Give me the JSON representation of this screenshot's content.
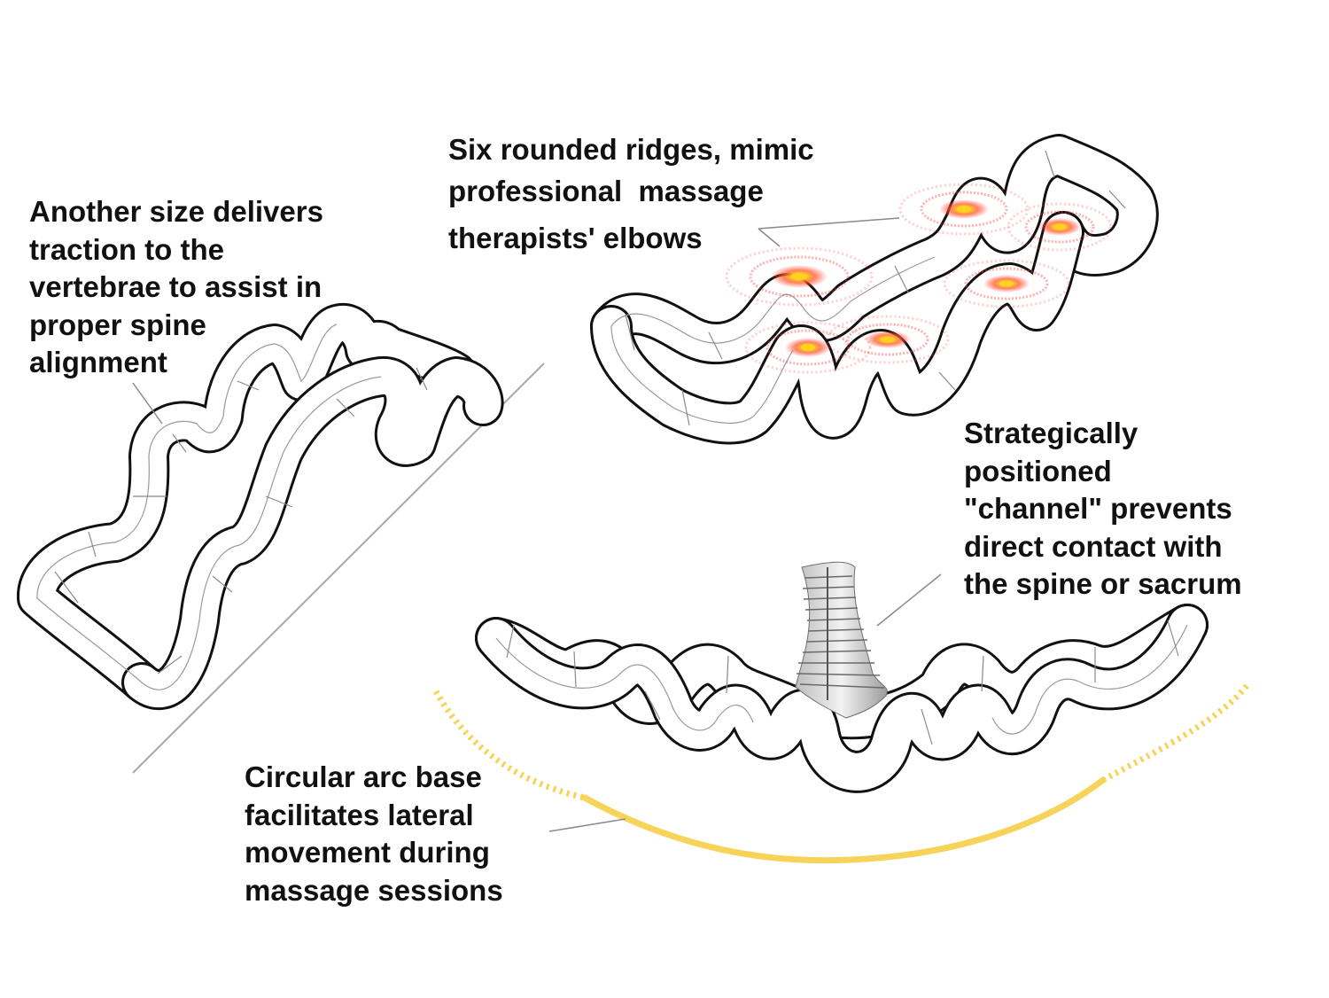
{
  "callouts": {
    "traction": {
      "lines": [
        "Another size delivers",
        "traction to the",
        "vertebrae to assist in",
        "proper spine",
        "alignment"
      ]
    },
    "ridges": {
      "lines": [
        "Six rounded ridges, mimic",
        "professional  massage",
        "therapists' elbows"
      ]
    },
    "channel": {
      "lines": [
        "Strategically",
        "positioned",
        "\"channel\" prevents",
        "direct contact with",
        "the spine or sacrum"
      ]
    },
    "arc": {
      "lines": [
        "Circular arc base",
        "facilitates lateral",
        "movement during",
        "massage sessions"
      ]
    }
  },
  "colors": {
    "text": "#111111",
    "outline": "#111111",
    "tube_fill": "#ffffff",
    "detail_stroke": "#9a9a9a",
    "leader": "#8a8a8a",
    "arc_base": "#f7d35a",
    "pressure_core": "#ffd21f",
    "pressure_ring": "#ff3b3b"
  },
  "icons": [
    "spine-illustration-icon",
    "pressure-point-icon"
  ]
}
